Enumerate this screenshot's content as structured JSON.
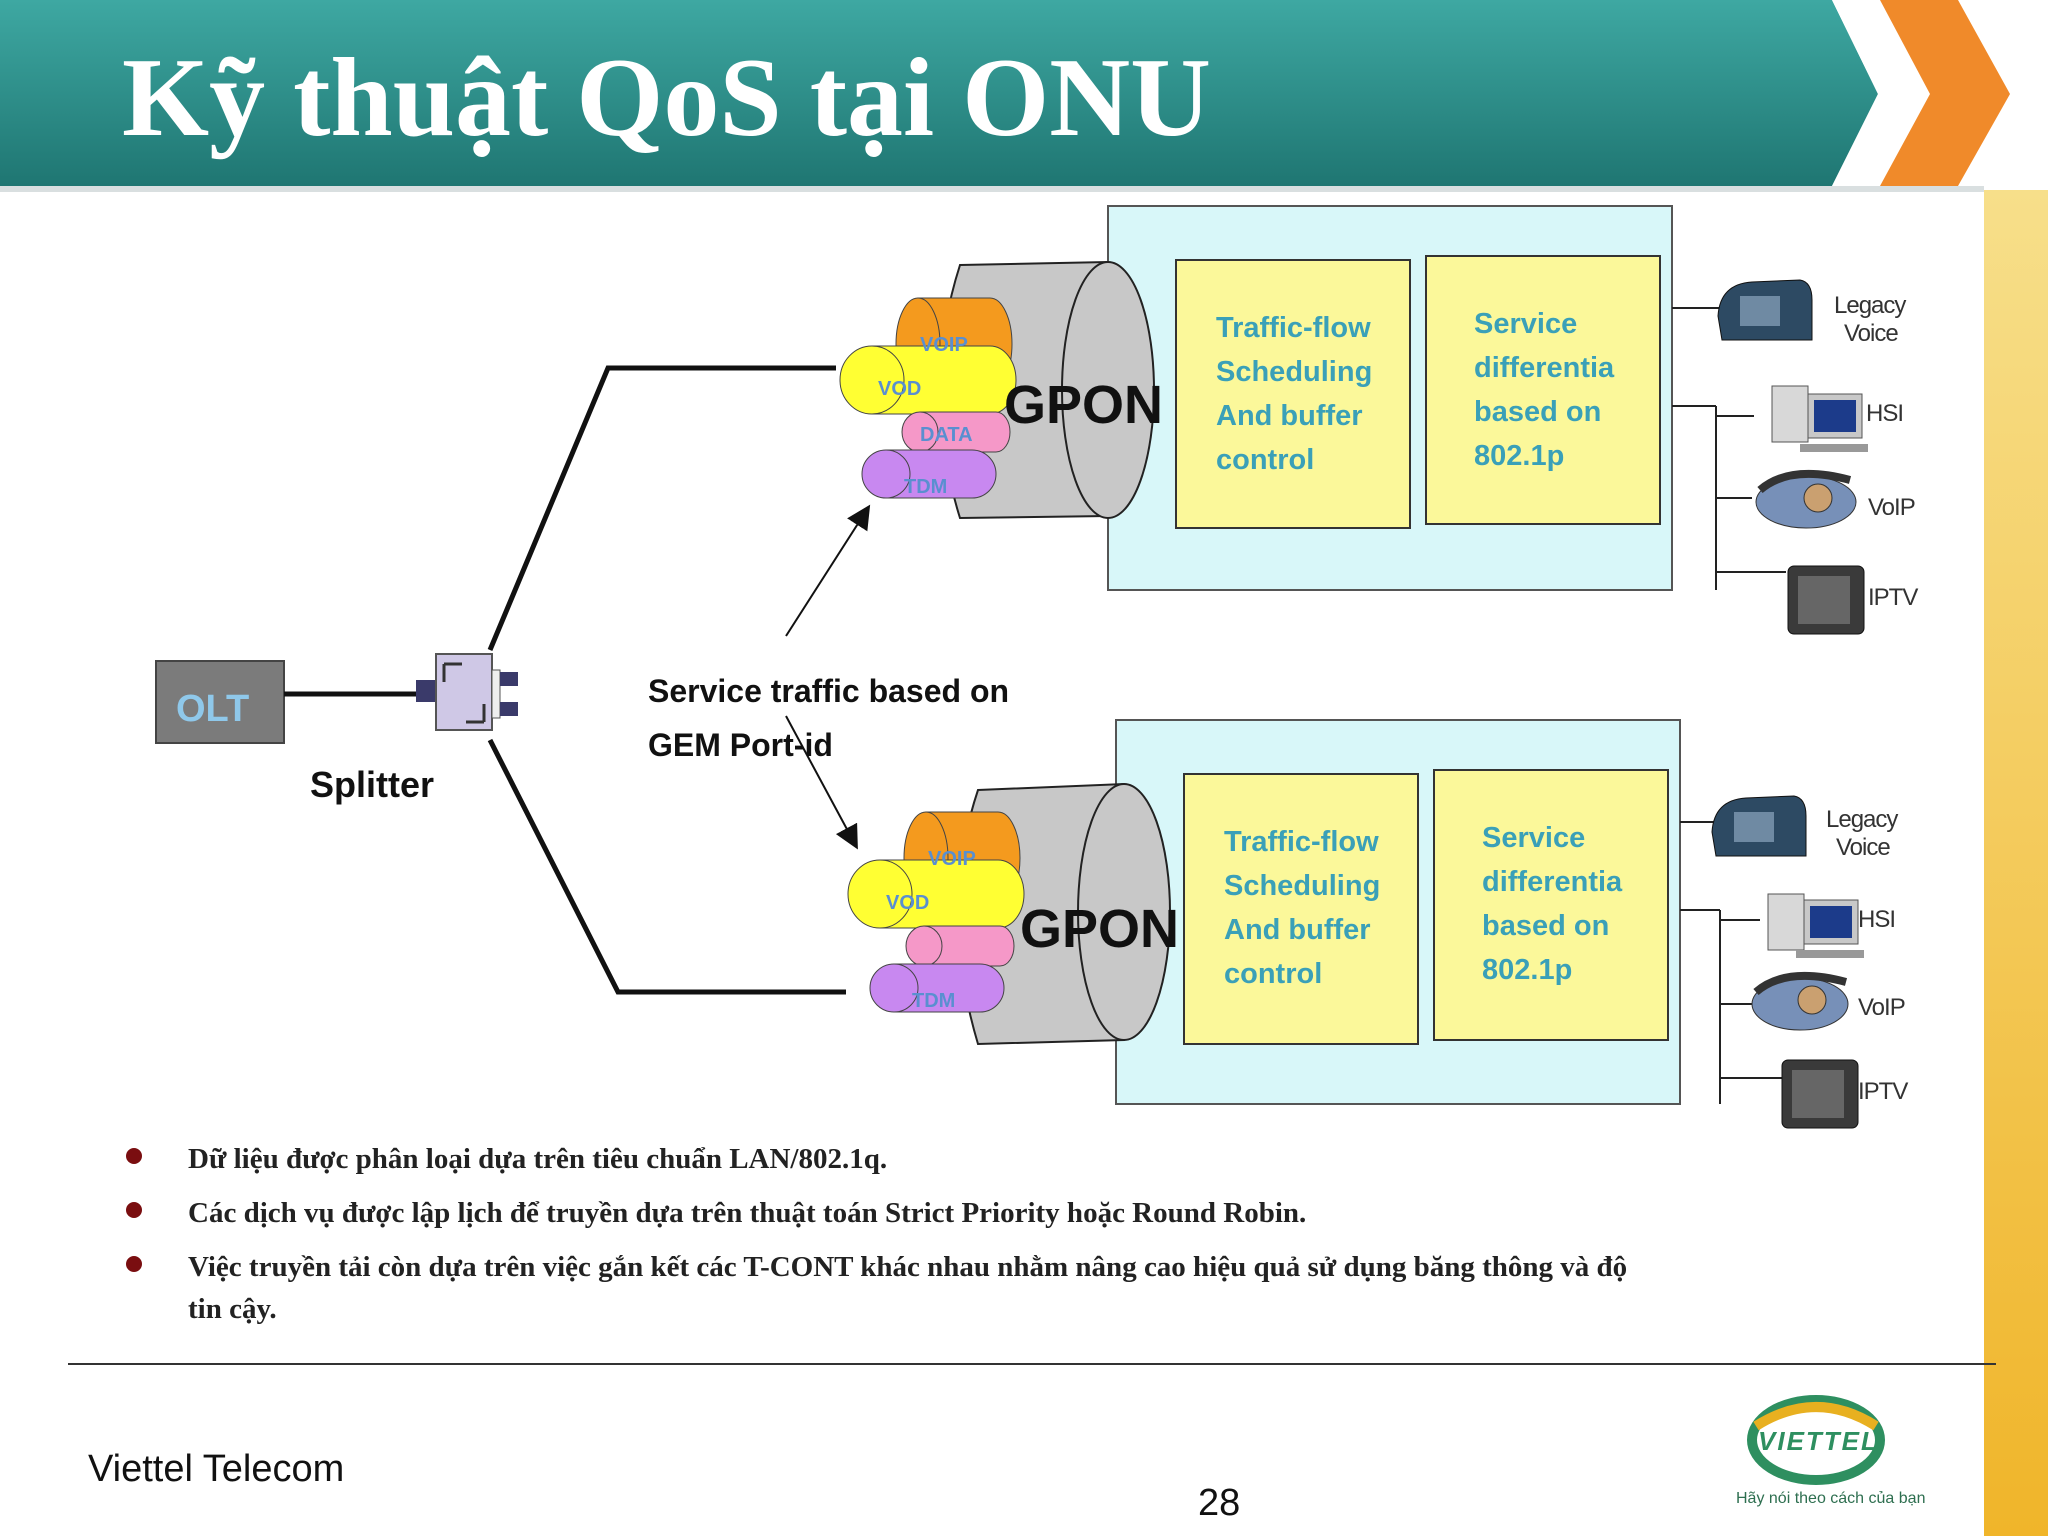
{
  "title": "Kỹ thuật QoS tại ONU",
  "colors": {
    "header": "#2e8f8b",
    "accent_orange": "#f08a2a",
    "panel": "#d8f7f9",
    "box": "#fbf89a",
    "inner_text": "#3aa0b8",
    "bullet": "#7a0e10",
    "side_bar": "#f2c040"
  },
  "diagram": {
    "olt": "OLT",
    "splitter": "Splitter",
    "service_traffic_line1": "Service traffic based on",
    "service_traffic_line2": "GEM Port-id",
    "onu_top": {
      "gpon": "GPON",
      "tubes": [
        "VOIP",
        "VOD",
        "DATA",
        "TDM"
      ],
      "box1": [
        "Traffic-flow",
        "Scheduling",
        "And buffer",
        "control"
      ],
      "box2": [
        "Service",
        "differentia",
        "based on",
        "802.1p"
      ]
    },
    "onu_bottom": {
      "gpon": "GPON",
      "tubes": [
        "VOIP",
        "VOD",
        "TDM"
      ],
      "box1": [
        "Traffic-flow",
        "Scheduling",
        "And buffer",
        "control"
      ],
      "box2": [
        "Service",
        "differentia",
        "based on",
        "802.1p"
      ]
    },
    "devices": [
      {
        "icon": "legacy-phone-icon",
        "label1": "Legacy",
        "label2": "Voice"
      },
      {
        "icon": "computer-icon",
        "label1": "HSI",
        "label2": ""
      },
      {
        "icon": "voip-phone-icon",
        "label1": "VoIP",
        "label2": ""
      },
      {
        "icon": "tv-icon",
        "label1": "IPTV",
        "label2": ""
      }
    ]
  },
  "bullets": [
    "Dữ liệu được phân loại dựa trên tiêu chuẩn LAN/802.1q.",
    "Các dịch vụ được lập lịch để truyền dựa trên thuật toán Strict Priority hoặc Round Robin.",
    "Việc truyền tải còn dựa trên việc gắn kết các T-CONT khác nhau nhằm nâng cao hiệu quả sử dụng băng thông và độ tin cậy."
  ],
  "footer": {
    "company": "Viettel Telecom",
    "page": "28",
    "logo_text": "VIETTEL",
    "slogan": "Hãy nói theo cách của bạn"
  }
}
